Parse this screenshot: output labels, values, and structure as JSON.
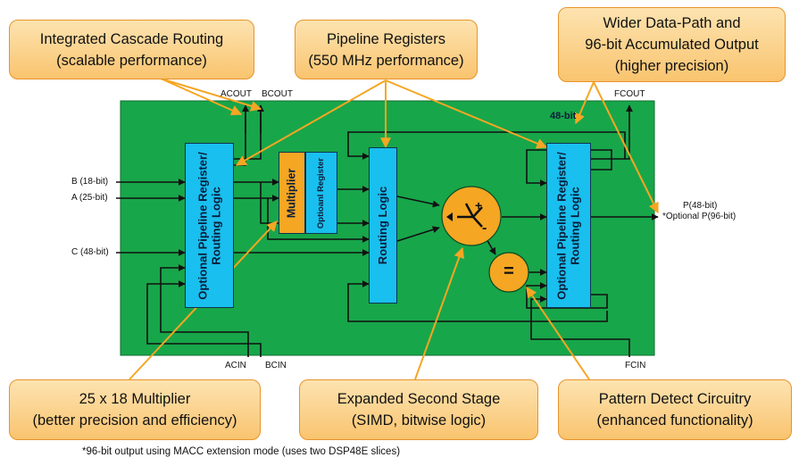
{
  "callouts": {
    "cascade": {
      "line1": "Integrated Cascade Routing",
      "line2": "(scalable performance)"
    },
    "pipeline": {
      "line1": "Pipeline Registers",
      "line2": "(550 MHz performance)"
    },
    "datapath": {
      "line1": "Wider Data-Path and",
      "line2": "96-bit Accumulated Output",
      "line3": "(higher precision)"
    },
    "multiplier": {
      "line1": "25 x 18 Multiplier",
      "line2": "(better precision and efficiency)"
    },
    "second_stage": {
      "line1": "Expanded Second Stage",
      "line2": "(SIMD, bitwise logic)"
    },
    "pattern": {
      "line1": "Pattern Detect Circuitry",
      "line2": "(enhanced functionality)"
    }
  },
  "ports": {
    "acout": "ACOUT",
    "bcout": "BCOUT",
    "fcout": "FCOUT",
    "acin": "ACIN",
    "bcin": "BCIN",
    "fcin": "FCIN",
    "b_in": "B (18-bit)",
    "a_in": "A (25-bit)",
    "c_in": "C (48-bit)",
    "p_out": "P(48-bit)",
    "p_out_opt": "*Optional P(96-bit)",
    "bus48": "48-bit"
  },
  "blocks": {
    "left_reg": {
      "line1": "Optional Pipeline Register/",
      "line2": "Routing Logic"
    },
    "multiplier": "Multiplier",
    "opt_register": "Optioanl Register",
    "routing": "Routing Logic",
    "right_reg": {
      "line1": "Optional Pipeline Register/",
      "line2": "Routing Logic"
    },
    "pattern_symbol": "="
  },
  "footnote": "*96-bit output using MACC extension mode (uses two DSP48E slices)",
  "colors": {
    "board": "#18a64a",
    "block": "#19bfee",
    "callout": "#f9c46f",
    "accent": "#f5a623"
  }
}
